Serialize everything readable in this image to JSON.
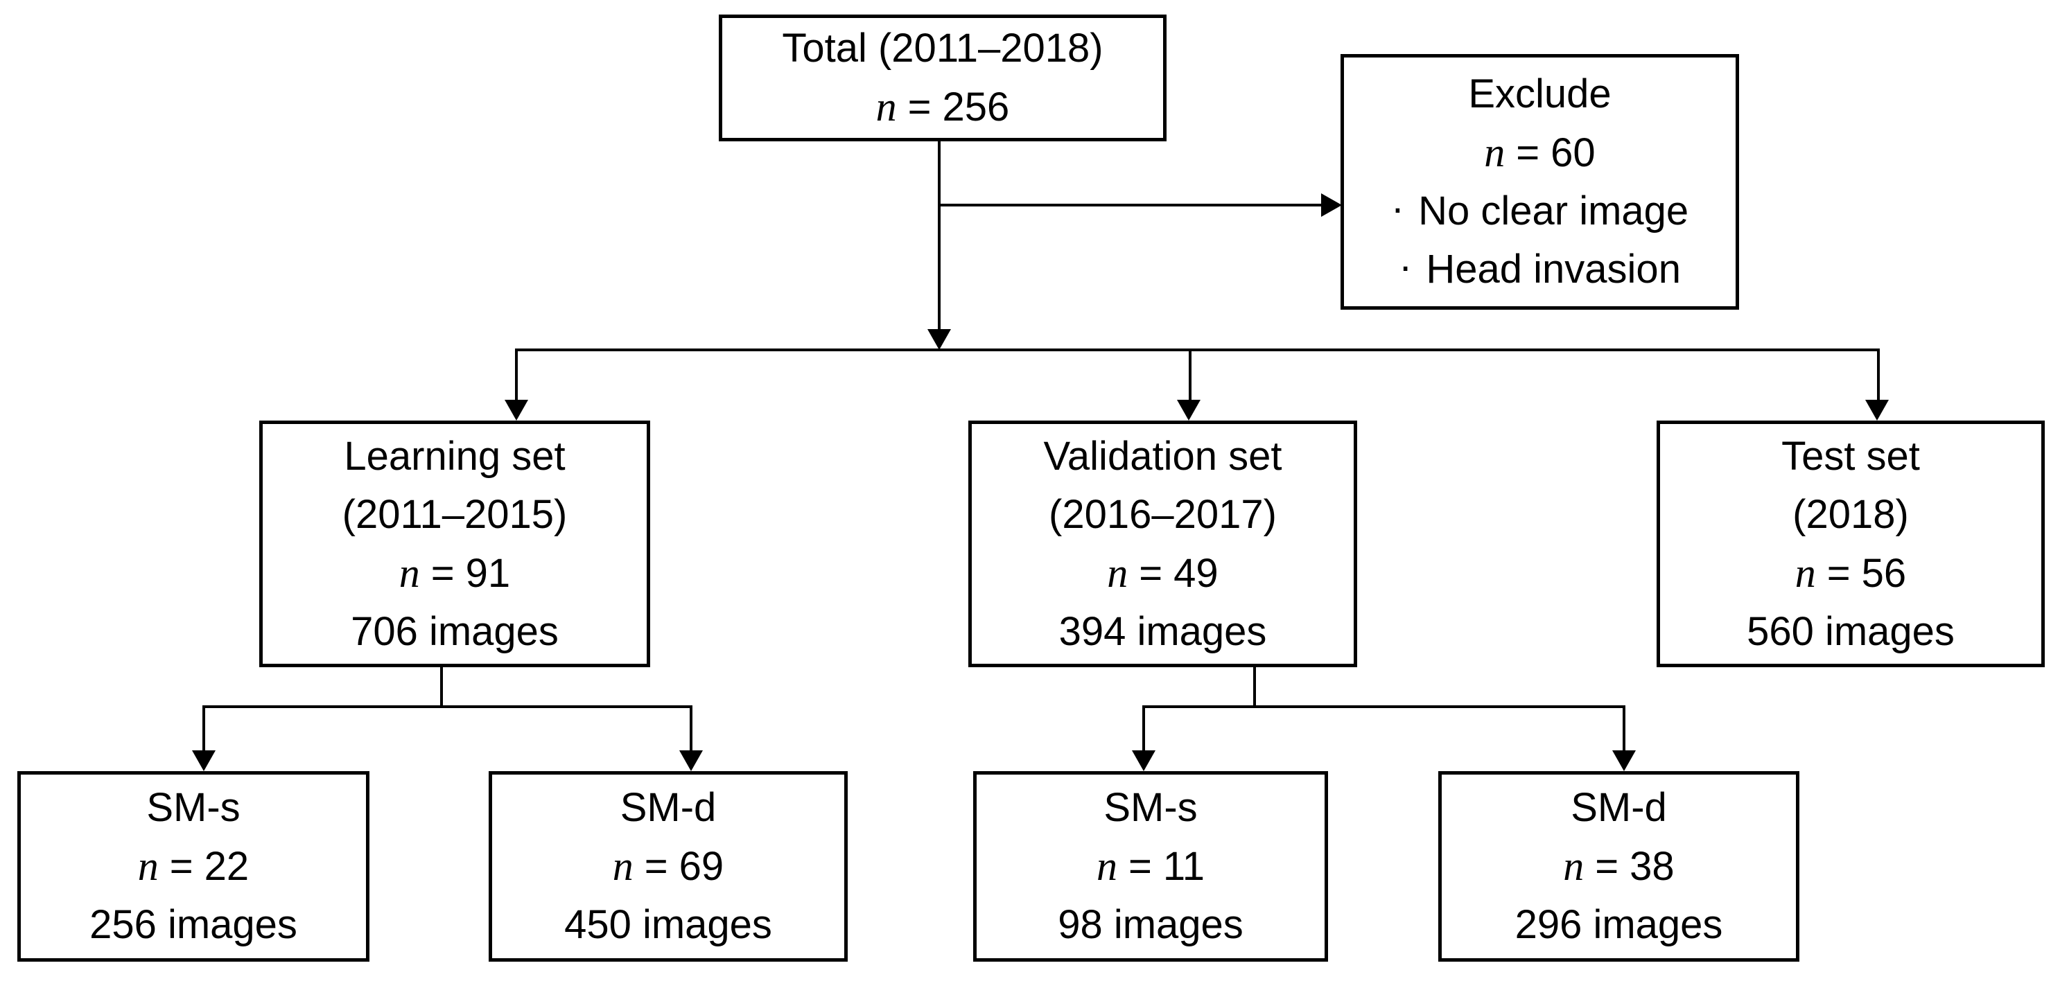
{
  "figure": {
    "background": "#ffffff",
    "line_color": "#000000",
    "n_symbol": "n",
    "eq_symbol": "=",
    "bullet_glyph": "·",
    "nodes": {
      "total": {
        "title": "Total (2011–2018)",
        "n": "256"
      },
      "exclude": {
        "title": "Exclude",
        "n": "60",
        "bullets": [
          "No clear image",
          "Head invasion"
        ]
      },
      "learning": {
        "title": "Learning set",
        "years": "(2011–2015)",
        "n": "91",
        "images": "706 images"
      },
      "validation": {
        "title": "Validation set",
        "years": "(2016–2017)",
        "n": "49",
        "images": "394 images"
      },
      "test": {
        "title": "Test set",
        "years": "(2018)",
        "n": "56",
        "images": "560 images"
      },
      "learning_sm_s": {
        "title": "SM-s",
        "n": "22",
        "images": "256 images"
      },
      "learning_sm_d": {
        "title": "SM-d",
        "n": "69",
        "images": "450 images"
      },
      "validation_sm_s": {
        "title": "SM-s",
        "n": "11",
        "images": "98 images"
      },
      "validation_sm_d": {
        "title": "SM-d",
        "n": "38",
        "images": "296 images"
      }
    }
  }
}
